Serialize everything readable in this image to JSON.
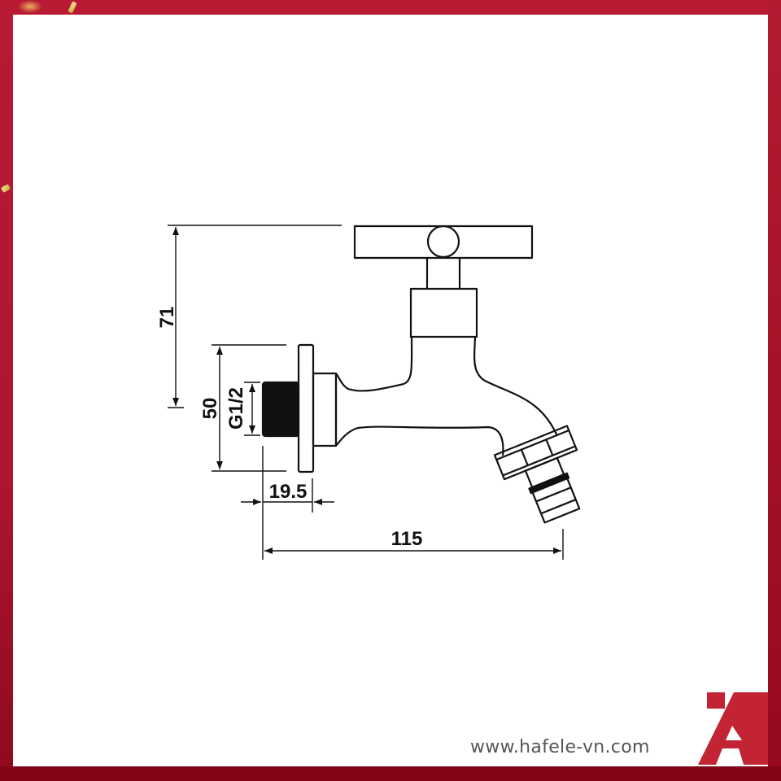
{
  "dimensions": {
    "height_total": "71",
    "flange_height": "50",
    "thread": "G1/2",
    "thread_length": "19.5",
    "total_length": "115"
  },
  "footer": {
    "website": "www.hafele-vn.com"
  },
  "colors": {
    "frame_red": "#b81a33",
    "frame_dark": "#820417",
    "logo_red": "#c32434",
    "line": "#111111"
  },
  "drawing": {
    "subject": "wall-mounted bib tap with cross handle and hose connector"
  }
}
